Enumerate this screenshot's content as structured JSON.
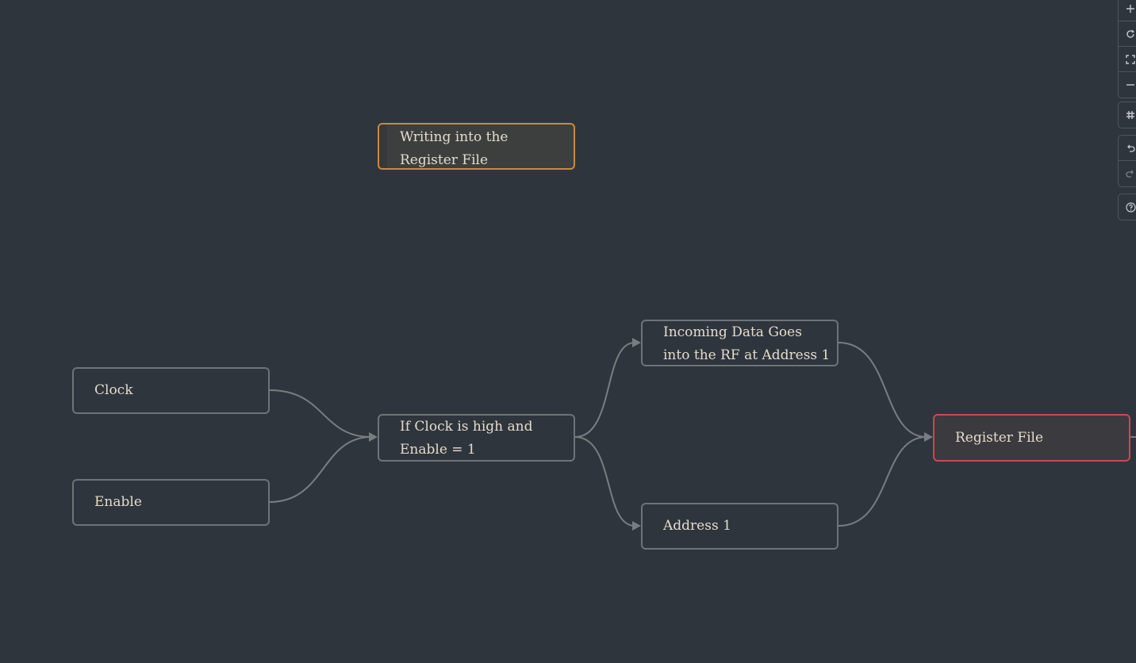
{
  "canvas": {
    "nodes": {
      "writing": "Writing into the\nRegister File",
      "clock": "Clock",
      "enable": "Enable",
      "if_clock": "If Clock is high and\nEnable = 1",
      "incoming": "Incoming Data Goes\ninto the RF at Address 1",
      "address": "Address 1",
      "register_file": "Register File"
    },
    "colors": {
      "background": "#2f353d",
      "node_border": "#6f7378",
      "group_border": "#c98a3f",
      "target_border": "#c84a55",
      "edge": "#7a7d80",
      "text": "#e4dccb"
    }
  },
  "toolbar": {
    "icons": [
      "plus-icon",
      "reset-icon",
      "fit-icon",
      "minus-icon",
      "grid-icon",
      "undo-icon",
      "redo-icon",
      "help-icon"
    ]
  }
}
